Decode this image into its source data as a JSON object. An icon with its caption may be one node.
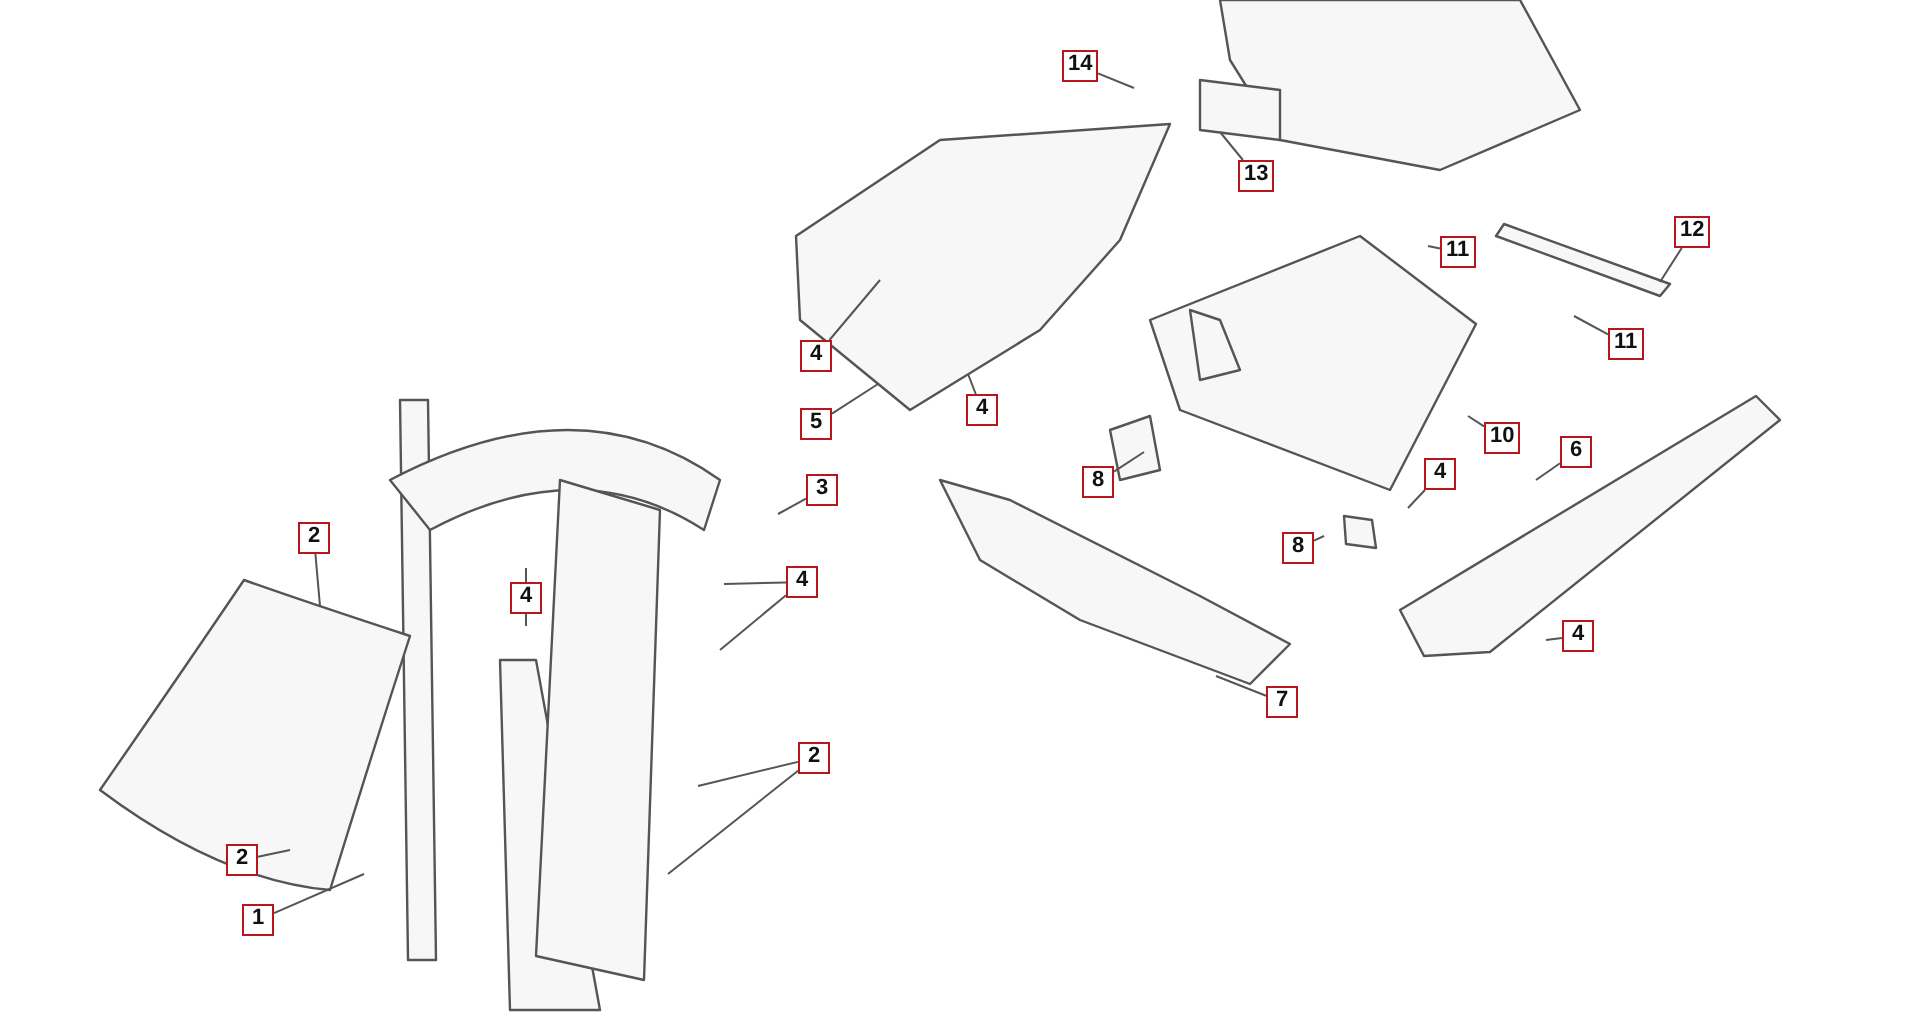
{
  "diagram": {
    "nodes": [
      {
        "text": [
          "14"
        ]
      },
      {
        "text": [
          "13"
        ]
      },
      {
        "text": [
          "12"
        ]
      },
      {
        "text": [
          "11"
        ]
      },
      {
        "text": [
          "11"
        ]
      },
      {
        "text": [
          "4"
        ]
      },
      {
        "text": [
          "4"
        ]
      },
      {
        "text": [
          "5"
        ]
      },
      {
        "text": [
          "10"
        ]
      },
      {
        "text": [
          "6"
        ]
      },
      {
        "text": [
          "4"
        ]
      },
      {
        "text": [
          "8"
        ]
      },
      {
        "text": [
          "3"
        ]
      },
      {
        "text": [
          "2"
        ]
      },
      {
        "text": [
          "8"
        ]
      },
      {
        "text": [
          "4"
        ]
      },
      {
        "text": [
          "4"
        ]
      },
      {
        "text": [
          "4"
        ]
      },
      {
        "text": [
          "7"
        ]
      },
      {
        "text": [
          "2"
        ]
      },
      {
        "text": [
          "2"
        ]
      },
      {
        "text": [
          "1"
        ]
      }
    ],
    "edges": [
      {
        "from": 0,
        "to": null,
        "arrow": "none"
      },
      {
        "from": 1,
        "to": null,
        "arrow": "none"
      },
      {
        "from": 2,
        "to": null,
        "arrow": "none"
      },
      {
        "from": 3,
        "to": null,
        "arrow": "none"
      },
      {
        "from": 4,
        "to": null,
        "arrow": "none"
      },
      {
        "from": 5,
        "to": null,
        "arrow": "none"
      },
      {
        "from": 6,
        "to": null,
        "arrow": "none"
      },
      {
        "from": 7,
        "to": null,
        "arrow": "none"
      },
      {
        "from": 8,
        "to": null,
        "arrow": "none"
      },
      {
        "from": 9,
        "to": null,
        "arrow": "none"
      },
      {
        "from": 10,
        "to": null,
        "arrow": "none"
      },
      {
        "from": 11,
        "to": null,
        "arrow": "none"
      },
      {
        "from": 12,
        "to": null,
        "arrow": "none"
      },
      {
        "from": 13,
        "to": null,
        "arrow": "none"
      },
      {
        "from": 14,
        "to": null,
        "arrow": "none"
      },
      {
        "from": 15,
        "to": null,
        "arrow": "none"
      },
      {
        "from": 15,
        "to": null,
        "arrow": "none"
      },
      {
        "from": 16,
        "to": null,
        "arrow": "none"
      },
      {
        "from": 16,
        "to": null,
        "arrow": "none"
      },
      {
        "from": 17,
        "to": null,
        "arrow": "none"
      },
      {
        "from": 18,
        "to": null,
        "arrow": "none"
      },
      {
        "from": 19,
        "to": null,
        "arrow": "none"
      },
      {
        "from": 19,
        "to": null,
        "arrow": "none"
      },
      {
        "from": 20,
        "to": null,
        "arrow": "none"
      },
      {
        "from": 21,
        "to": null,
        "arrow": "none"
      }
    ]
  }
}
